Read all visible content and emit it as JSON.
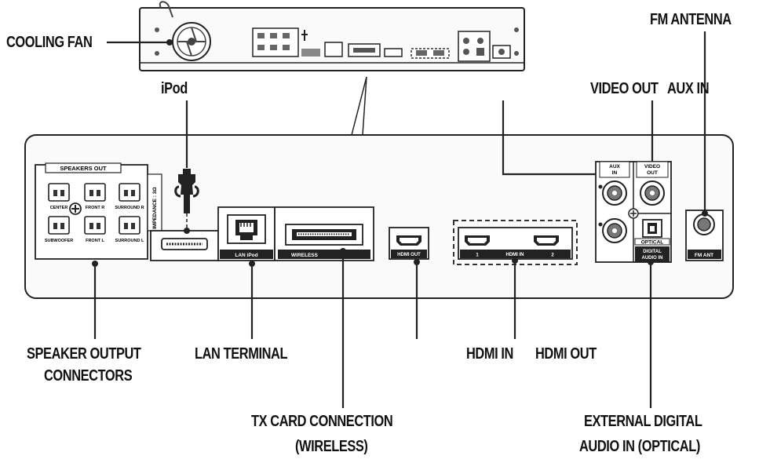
{
  "callouts": {
    "cooling_fan": "COOLING FAN",
    "fm_antenna": "FM ANTENNA",
    "ipod": "iPod",
    "video_out": "VIDEO OUT",
    "aux_in": "AUX IN",
    "speaker_output_line1": "SPEAKER OUTPUT",
    "speaker_output_line2": "CONNECTORS",
    "lan_terminal": "LAN TERMINAL",
    "hdmi_in": "HDMI IN",
    "hdmi_out": "HDMI OUT",
    "tx_card_line1": "TX CARD CONNECTION",
    "tx_card_line2": "(WIRELESS)",
    "optical_line1": "EXTERNAL DIGITAL",
    "optical_line2": "AUDIO IN (OPTICAL)"
  },
  "panel": {
    "speakers_out": "SPEAKERS OUT",
    "impedance": "IMPEDANCE : 3Ω",
    "center": "CENTER",
    "front_r": "FRONT R",
    "surround_r": "SURROUND R",
    "subwoofer": "SUBWOOFER",
    "front_l": "FRONT L",
    "surround_l": "SURROUND L",
    "lan_ipod": "LAN iPod",
    "wireless": "WIRELESS",
    "hdmi_out_port": "HDMI OUT",
    "hdmi_in_port": "HDMI IN",
    "hdmi_in_1": "1",
    "hdmi_in_2": "2",
    "aux_in_a": "AUX",
    "aux_in_b": "IN",
    "video_out_a": "VIDEO",
    "video_out_b": "OUT",
    "optical": "OPTICAL",
    "digital_a": "DIGITAL",
    "digital_b": "AUDIO IN",
    "fm_ant": "FM ANT"
  }
}
